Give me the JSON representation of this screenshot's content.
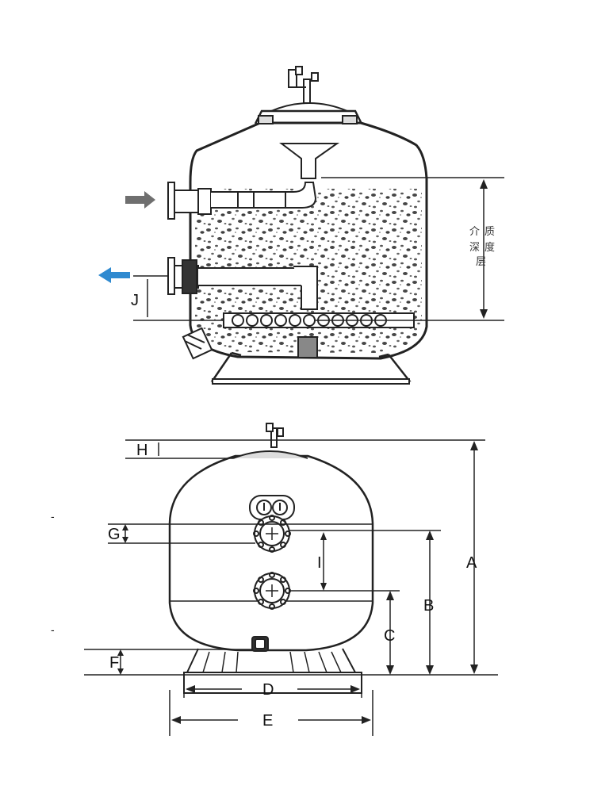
{
  "cross_section": {
    "media_depth_label": [
      "介",
      "质",
      "深",
      "度",
      "层"
    ],
    "dim_j": "J",
    "inlet_arrow_color": "#6f6f6f",
    "outlet_arrow_color": "#2f8ad0"
  },
  "elevation": {
    "dims": {
      "a": "A",
      "b": "B",
      "c": "C",
      "d": "D",
      "e": "E",
      "f": "F",
      "g": "G",
      "h": "H",
      "i": "I"
    },
    "side_marks": [
      "-",
      "-"
    ]
  }
}
